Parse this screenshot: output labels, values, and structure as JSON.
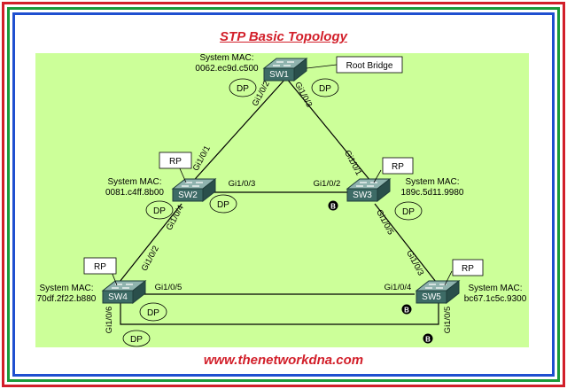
{
  "title": "STP Basic Topology",
  "footer": "www.thenetworkdna.com",
  "colors": {
    "frame_red": "#d21f2a",
    "frame_green": "#1a9a3a",
    "frame_blue": "#1f4fd0",
    "background": "#ccff99",
    "switch": "#3d6b66"
  },
  "switches": {
    "sw1": {
      "label": "SW1",
      "mac_label": "System MAC:",
      "mac": "0062.ec9d.c500"
    },
    "sw2": {
      "label": "SW2",
      "mac_label": "System MAC:",
      "mac": "0081.c4ff.8b00"
    },
    "sw3": {
      "label": "SW3",
      "mac_label": "System MAC:",
      "mac": "189c.5d11.9980"
    },
    "sw4": {
      "label": "SW4",
      "mac_label": "System MAC:",
      "mac": "70df.2f22.b880"
    },
    "sw5": {
      "label": "SW5",
      "mac_label": "System MAC:",
      "mac": "bc67.1c5c.9300"
    }
  },
  "callouts": {
    "root_bridge": "Root Bridge",
    "sw2_rp": "RP",
    "sw3_rp": "RP",
    "sw4_rp": "RP",
    "sw5_rp": "RP"
  },
  "ports": {
    "sw1_sw2_a": "Gi1/0/2",
    "sw1_sw3_a": "Gi1/0/3",
    "sw1_sw2_b": "Gi1/0/1",
    "sw1_sw3_b": "Gi1/0/1",
    "sw2_sw3_a": "Gi1/0/3",
    "sw2_sw3_b": "Gi1/0/2",
    "sw2_sw4_a": "Gi1/0/4",
    "sw2_sw4_b": "Gi1/0/2",
    "sw3_sw5_a": "Gi1/0/5",
    "sw3_sw5_b": "Gi1/0/3",
    "sw4_sw5_a": "Gi1/0/5",
    "sw4_sw5_b": "Gi1/0/4",
    "sw4_sw5_bottom_a": "Gi1/0/6",
    "sw4_sw5_bottom_b": "Gi1/0/5"
  },
  "port_roles": {
    "sw1_left": "DP",
    "sw1_right": "DP",
    "sw2_left": "DP",
    "sw2_right": "DP",
    "sw3_right": "DP",
    "sw4_mid": "DP",
    "sw4_bottom": "DP"
  },
  "blocked_ports": {
    "sw3": "B",
    "sw5_mid": "B",
    "sw5_bottom": "B"
  }
}
